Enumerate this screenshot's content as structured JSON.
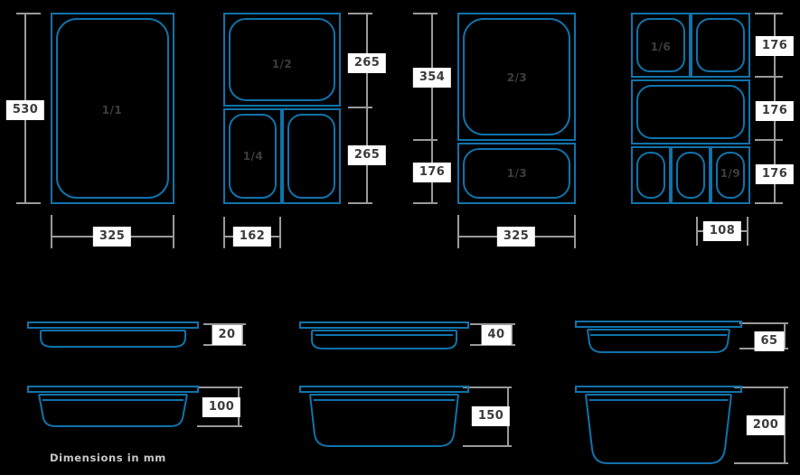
{
  "meta": {
    "footnote": "Dimensions in mm",
    "units": "mm",
    "pan_stroke": "#1073ab",
    "dimension_stroke": "#9a9a9a",
    "dimension_text_color": "#3b3b3b",
    "pan_label_color": "#3d3d3d",
    "background": "#000000"
  },
  "plan_views": [
    {
      "name": "full-size-pan-group",
      "frame_width_mm": "325",
      "frame_height_mm": "530",
      "width_dimension": "325",
      "height_dimension": "530",
      "pans": [
        {
          "label": "1/1",
          "cell": "full"
        }
      ]
    },
    {
      "name": "half-and-quarter-pan-group",
      "frame_width_mm": "325",
      "frame_height_mm": "530",
      "width_dimension": "162",
      "height_dimensions": [
        "265",
        "265"
      ],
      "pans": [
        {
          "label": "1/2",
          "cell": "top-full"
        },
        {
          "label": "1/4",
          "cell": "bottom-left"
        },
        {
          "label": "",
          "cell": "bottom-right"
        }
      ]
    },
    {
      "name": "two-thirds-and-third-pan-group",
      "frame_width_mm": "325",
      "frame_height_mm": "530",
      "width_dimension": "325",
      "height_dimensions": [
        "354",
        "176"
      ],
      "pans": [
        {
          "label": "2/3",
          "cell": "top-full"
        },
        {
          "label": "1/3",
          "cell": "bottom-full"
        }
      ]
    },
    {
      "name": "sixth-ninth-pan-group",
      "frame_width_mm": "325",
      "frame_height_mm": "530",
      "width_dimension": "108",
      "height_dimensions": [
        "176",
        "176",
        "176"
      ],
      "pans": [
        {
          "label": "1/6",
          "cell": "row1-left"
        },
        {
          "label": "",
          "cell": "row1-right"
        },
        {
          "label": "",
          "cell": "row2-full"
        },
        {
          "label": "",
          "cell": "row3-left"
        },
        {
          "label": "",
          "cell": "row3-mid"
        },
        {
          "label": "1/9",
          "cell": "row3-right"
        }
      ]
    }
  ],
  "profile_views": [
    {
      "name": "profile-shallow-20",
      "depth": "20",
      "column": 1,
      "row": 1
    },
    {
      "name": "profile-deep-100",
      "depth": "100",
      "column": 1,
      "row": 2
    },
    {
      "name": "profile-shallow-40",
      "depth": "40",
      "column": 2,
      "row": 1
    },
    {
      "name": "profile-deep-150",
      "depth": "150",
      "column": 2,
      "row": 2
    },
    {
      "name": "profile-shallow-65",
      "depth": "65",
      "column": 3,
      "row": 1
    },
    {
      "name": "profile-deep-200",
      "depth": "200",
      "column": 3,
      "row": 2
    }
  ],
  "dimension_labels": {
    "g1_height": "530",
    "g1_width": "325",
    "g2_height_top": "265",
    "g2_height_bottom": "265",
    "g2_width": "162",
    "g3_height_top": "354",
    "g3_height_bottom": "176",
    "g3_width": "325",
    "g4_height_1": "176",
    "g4_height_2": "176",
    "g4_height_3": "176",
    "g4_width": "108",
    "p1_shallow": "20",
    "p1_deep": "100",
    "p2_shallow": "40",
    "p2_deep": "150",
    "p3_shallow": "65",
    "p3_deep": "200"
  }
}
